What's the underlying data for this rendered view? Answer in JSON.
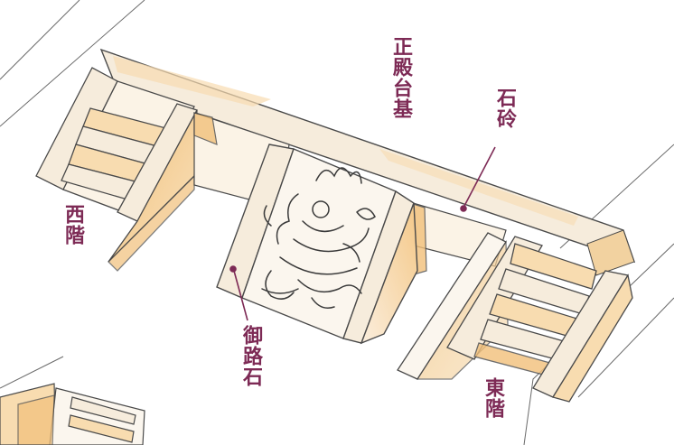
{
  "labels": {
    "main_hall_base": "正殿台基",
    "stone_edging": "石砱",
    "west_stairs": "西階",
    "east_stairs": "東階",
    "imperial_path_stone": "御路石"
  },
  "colors": {
    "label_text": "#7d2a55",
    "leader_line": "#7d2a55",
    "ink_outline": "#4a4a4a",
    "stone_fill": "#f6ecdc",
    "shade_orange": "#f2c07a",
    "shade_light": "#f8dcb0"
  },
  "icons": {
    "dragon_carving": "dragon-relief-icon"
  }
}
